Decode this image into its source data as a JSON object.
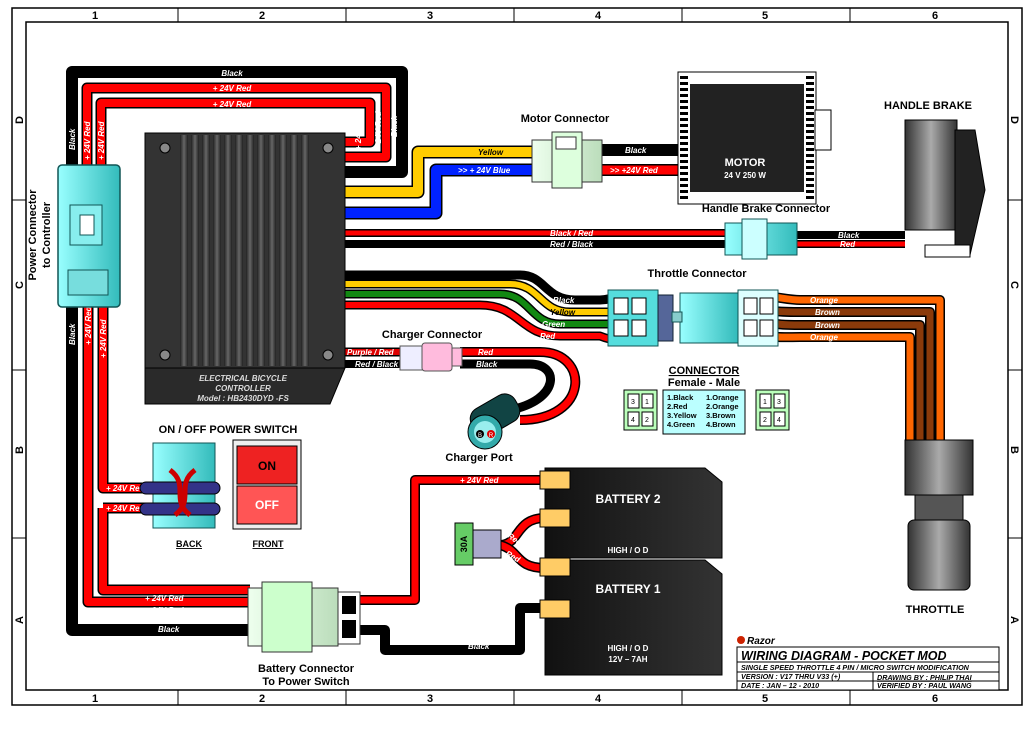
{
  "ruler": {
    "columns": [
      "1",
      "2",
      "3",
      "4",
      "5",
      "6"
    ],
    "rows": [
      "D",
      "C",
      "B",
      "A"
    ]
  },
  "components": {
    "controller": {
      "line1": "ELECTRICAL BICYCLE",
      "line2": "CONTROLLER",
      "line3": "Model : HB2430DYD -FS"
    },
    "power_connector": {
      "label1": "Power Connector",
      "label2": "to Controller"
    },
    "motor_connector": "Motor Connector",
    "motor": {
      "label": "MOTOR",
      "spec": "24 V 250 W"
    },
    "handle_brake": "HANDLE BRAKE",
    "handle_brake_connector": "Handle Brake Connector",
    "throttle_connector": "Throttle Connector",
    "charger_connector": "Charger Connector",
    "charger_port": {
      "label": "Charger Port",
      "pin_b": "B",
      "pin_r": "R"
    },
    "power_switch": {
      "title": "ON / OFF POWER SWITCH",
      "on": "ON",
      "off": "OFF",
      "back": "BACK",
      "front": "FRONT"
    },
    "battery_connector": {
      "label1": "Battery Connector",
      "label2": "To Power Switch"
    },
    "battery2": {
      "label": "BATTERY 2",
      "spec": "HIGH / O D"
    },
    "battery1": {
      "label": "BATTERY 1",
      "spec1": "HIGH / O D",
      "spec2": "12V – 7AH"
    },
    "fuse": "30A",
    "throttle": "THROTTLE"
  },
  "connector_legend": {
    "title": "CONNECTOR",
    "subtitle": "Female  -  Male",
    "female": [
      "1.Black",
      "2.Red",
      "3.Yellow",
      "4.Green"
    ],
    "male": [
      "1.Orange",
      "2.Orange",
      "3.Brown",
      "4.Brown"
    ],
    "female_pins": [
      "3",
      "1",
      "4",
      "2"
    ],
    "male_pins": [
      "1",
      "3",
      "2",
      "4"
    ]
  },
  "wires": {
    "black": "Black",
    "red24": "+ 24V Red",
    "yellow": "Yellow",
    "blue24": ">> + 24V Blue",
    "motor_black": "Black",
    "motor_red": ">> +24V Red",
    "black_red": "Black / Red",
    "red_black": "Red / Black",
    "brake_black": "Black",
    "brake_red": "Red",
    "thr_black": "Black",
    "thr_yellow": "Yellow",
    "thr_green": "Green",
    "thr_red": "Red",
    "orange": "Orange",
    "brown": "Brown",
    "purple_red": "Purple / Red",
    "charger_red": "Red",
    "charger_black": "Black",
    "fuse_red": "Red"
  },
  "title_block": {
    "brand": "Razor",
    "title": "WIRING DIAGRAM - POCKET MOD",
    "subtitle": "SINGLE SPEED THROTTLE 4 PIN / MICRO SWITCH MODIFICATION",
    "version": "VERSION : V17 THRU V33 (+)",
    "date": "DATE : JAN – 12 - 2010",
    "drawing_by": "DRAWING BY : PHILIP THAI",
    "verified_by": "VERIFIED BY : PAUL WANG"
  },
  "colors": {
    "black_wire": "#000000",
    "red_wire": "#ff0000",
    "yellow_wire": "#ffcc00",
    "blue_wire": "#0022ff",
    "green_wire": "#118811",
    "orange_wire": "#ff6600",
    "brown_wire": "#8b3a0a",
    "connector_teal": "#66dddd",
    "brand_red": "#cc2200"
  }
}
